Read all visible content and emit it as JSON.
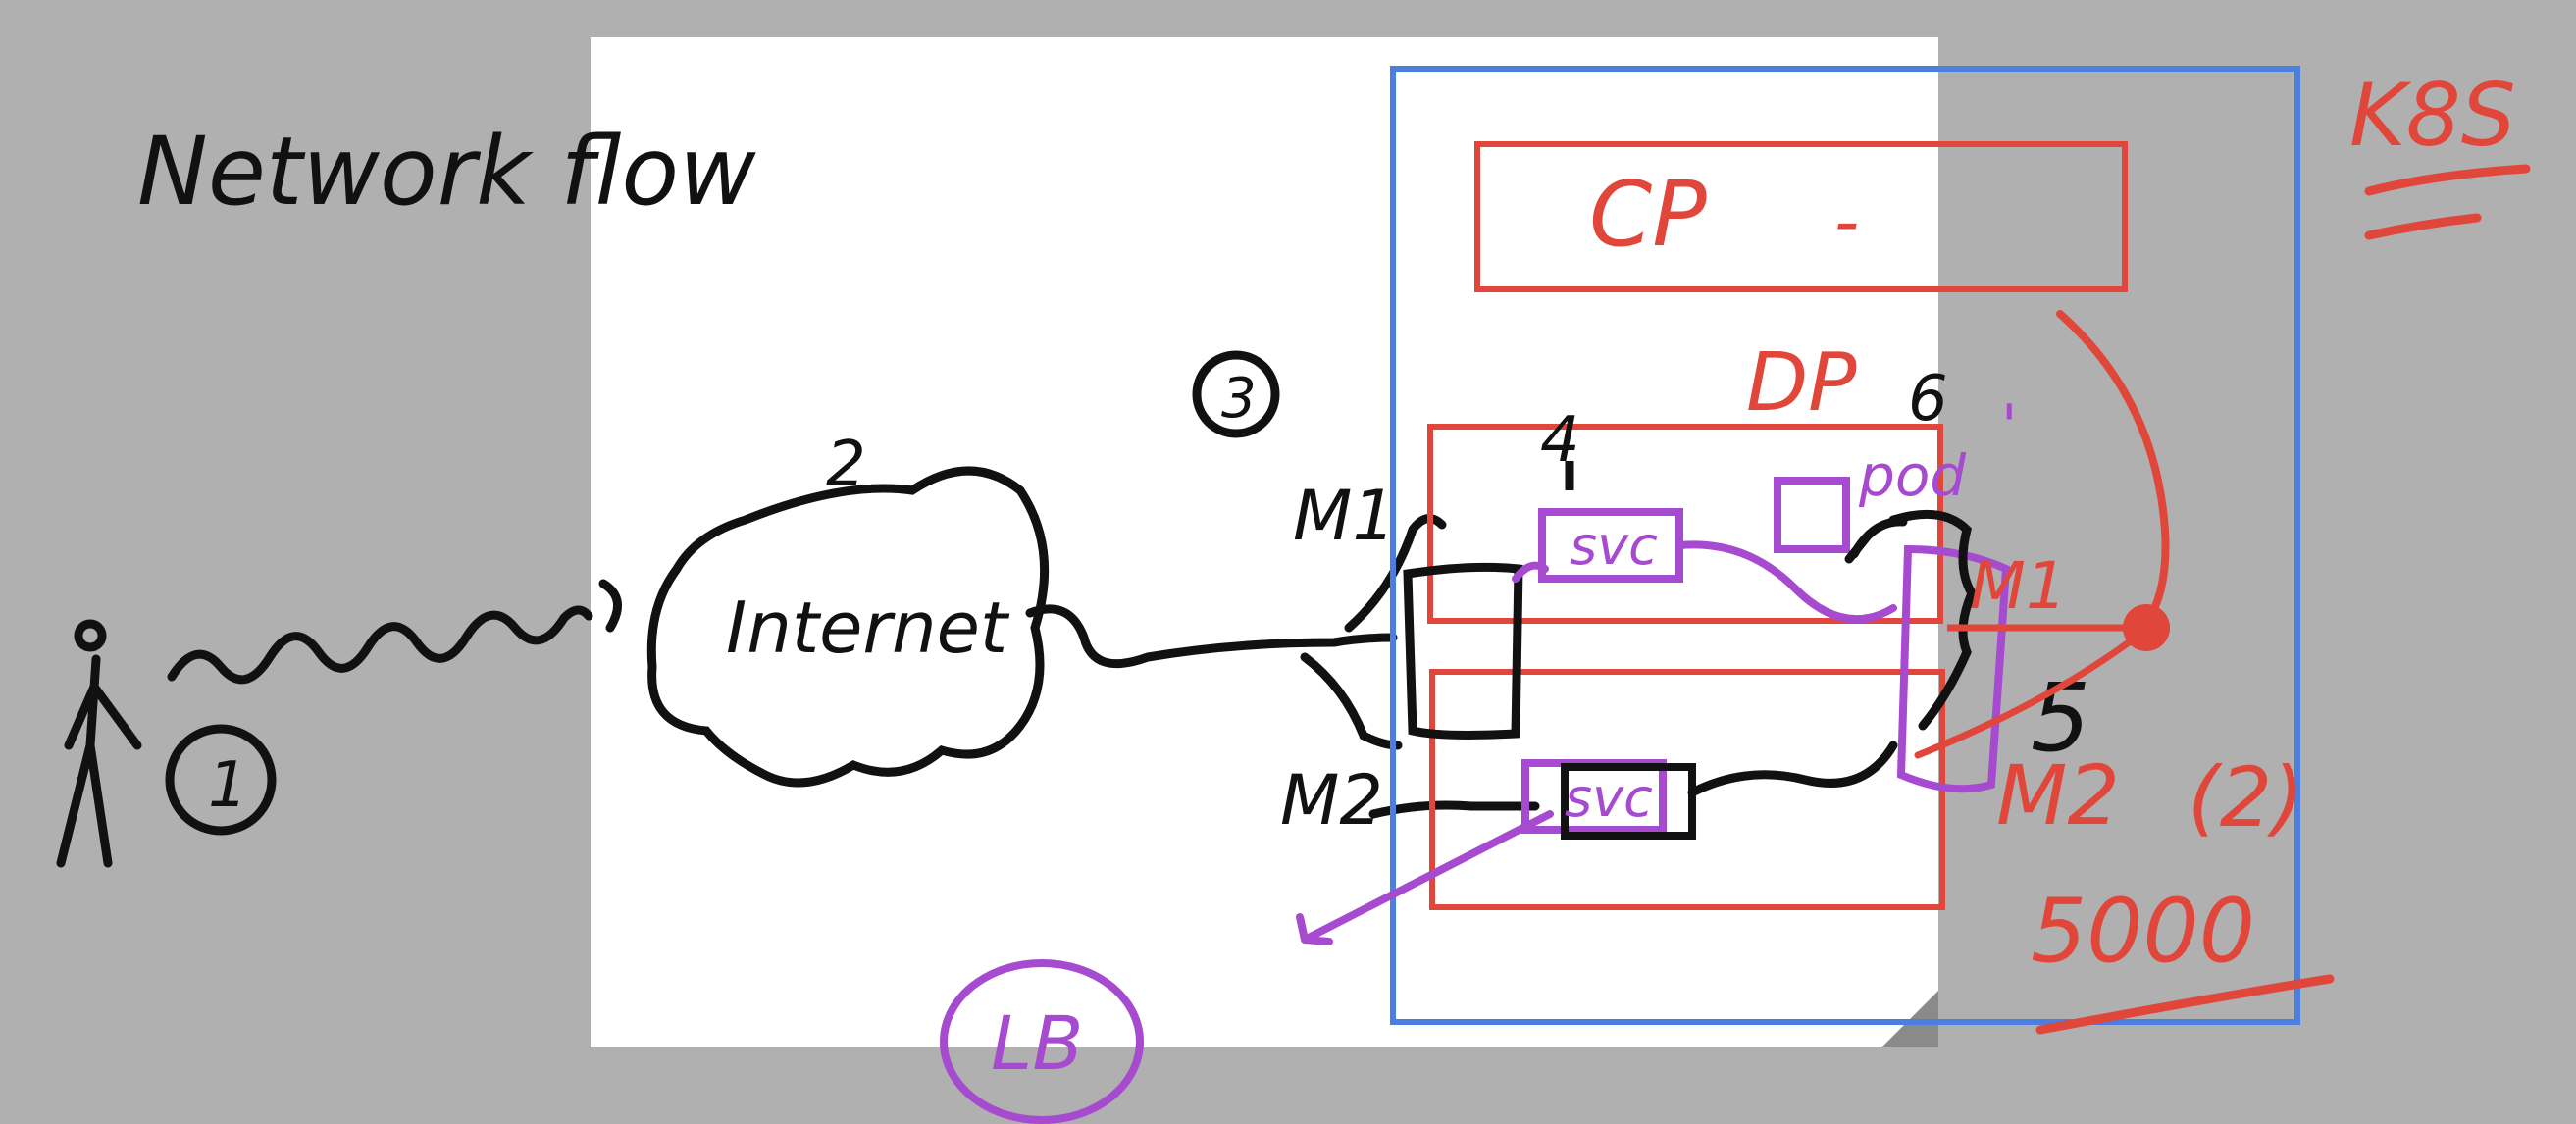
{
  "canvas": {
    "background": "#b0b0b0",
    "page_color": "#ffffff"
  },
  "colors": {
    "ink": "#111111",
    "red": "#e0463a",
    "purple": "#a64bd0",
    "blue": "#4a7fe0"
  },
  "labels": {
    "title": "Network flow",
    "k8s": "K8S",
    "cp": "CP",
    "cp_dash": "-",
    "dp": "DP",
    "internet": "Internet",
    "step_1": "1",
    "step_2": "2",
    "step_3": "3",
    "step_4": "4",
    "step_5": "5",
    "step_6": "6",
    "m1": "M1",
    "m2": "M2",
    "svc_top": "svc",
    "svc_bottom": "svc",
    "pod": "pod",
    "pod_mark": "'",
    "m1_red": "M1",
    "m2_red": "M2",
    "m2_count": "(2)",
    "port": "5000",
    "lb": "LB"
  }
}
